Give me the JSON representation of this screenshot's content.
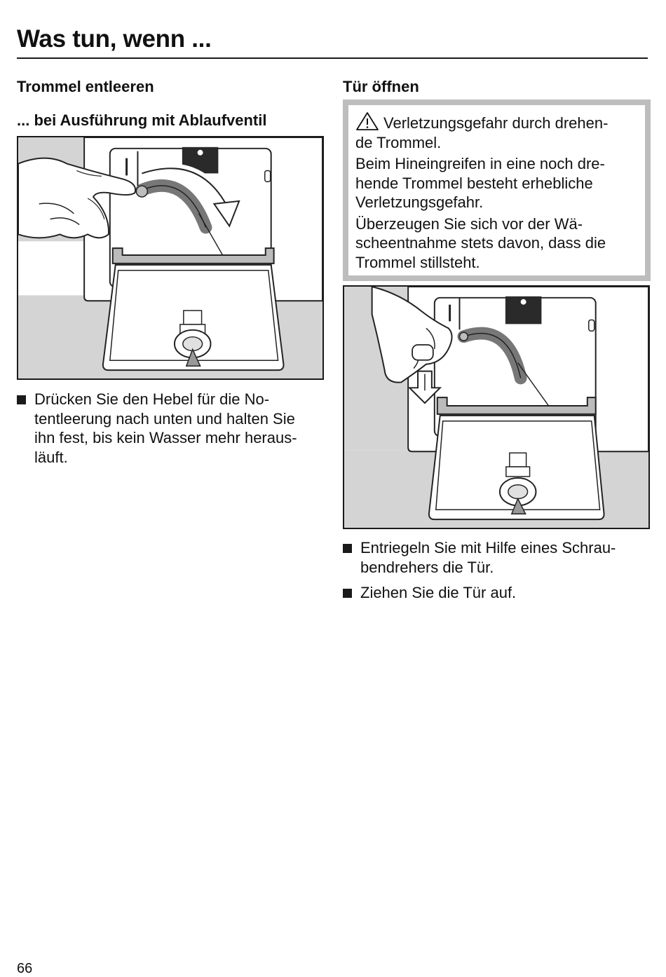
{
  "header": {
    "title": "Was tun, wenn ..."
  },
  "left": {
    "heading": "Trommel entleeren",
    "subheading": "... bei Ausführung mit Ablaufventil",
    "bullet_lines": [
      "Drücken Sie den Hebel für die No-",
      "tentleerung nach unten und halten Sie",
      "ihn fest, bis kein Wasser mehr heraus-",
      "läuft."
    ]
  },
  "right": {
    "heading": "Tür öffnen",
    "warning": {
      "icon": "warning-triangle-icon",
      "title_lines": [
        "Verletzungsgefahr durch drehen-",
        "de Trommel."
      ],
      "body_lines": [
        "Beim Hineingreifen in eine noch dre-",
        "hende Trommel besteht erhebliche",
        "Verletzungsgefahr.",
        "Überzeugen Sie sich vor der Wä-",
        "scheentnahme stets davon, dass die",
        "Trommel stillsteht."
      ]
    },
    "bullets": [
      {
        "lines": [
          "Entriegeln Sie mit Hilfe eines Schrau-",
          "bendrehers die Tür."
        ]
      },
      {
        "lines": [
          "Ziehen Sie die Tür auf."
        ]
      }
    ]
  },
  "footer": {
    "page_number": "66"
  }
}
